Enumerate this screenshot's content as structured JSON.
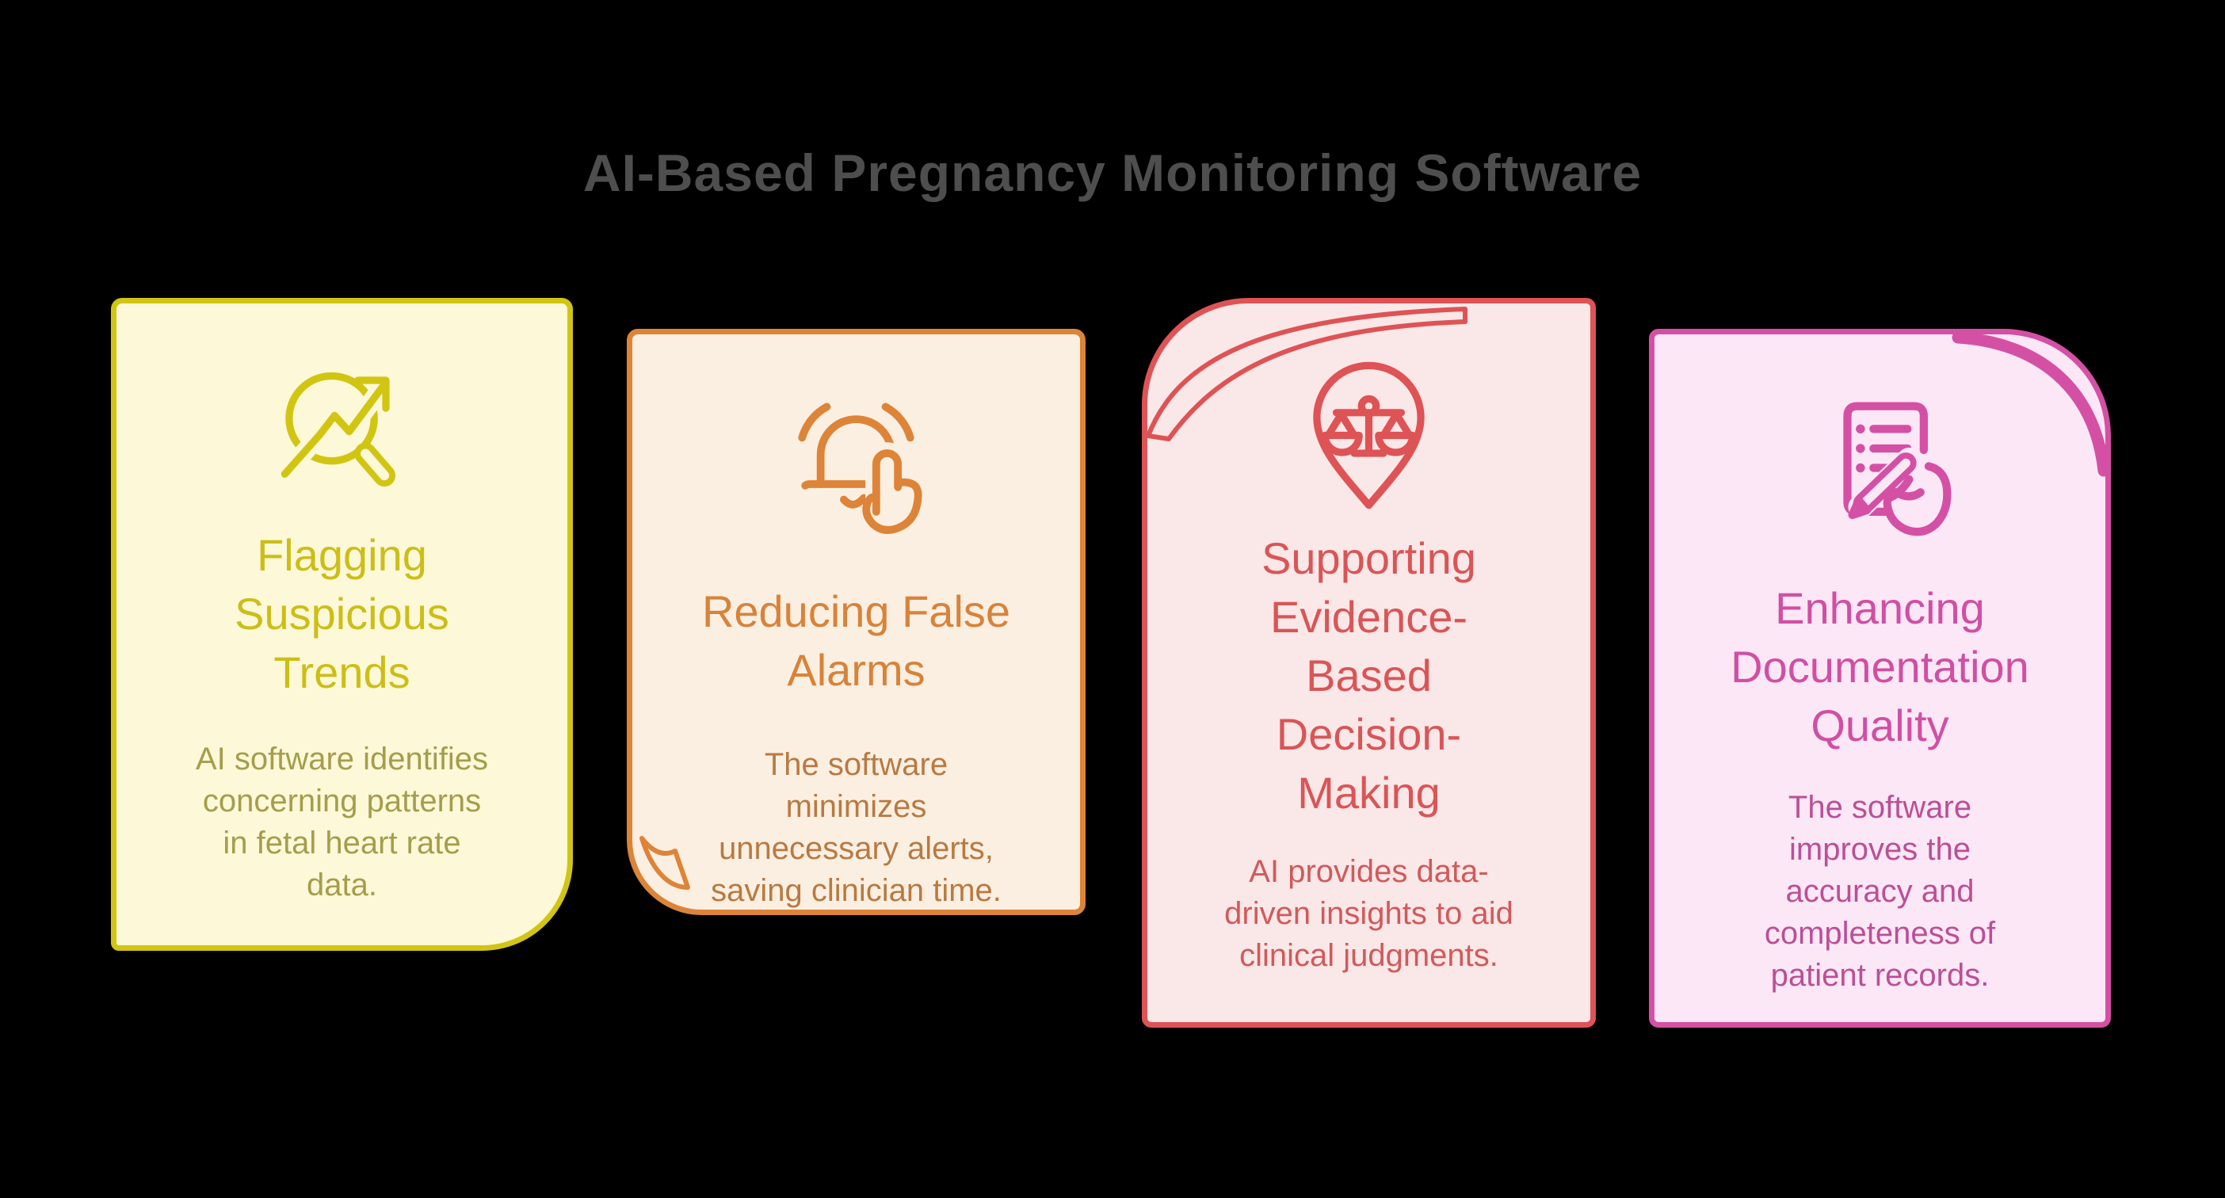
{
  "background": "#000000",
  "header": {
    "title": "AI-Based Pregnancy Monitoring Software",
    "color": "#4e4e4e"
  },
  "cards": [
    {
      "id": "flagging-suspicious-trends",
      "icon": "trend-magnifier-icon",
      "curl": "bottom-right",
      "title": "Flagging\nSuspicious\nTrends",
      "body": "AI software identifies\nconcerning patterns\nin fetal heart rate\ndata.",
      "colors": {
        "accent": "#d2c512",
        "background": "#fcf8d8",
        "title": "#ccbe17",
        "body": "#a59d4b"
      }
    },
    {
      "id": "reducing-false-alarms",
      "icon": "bell-silence-icon",
      "curl": "bottom-left",
      "title": "Reducing False\nAlarms",
      "body": "The software\nminimizes\nunnecessary alerts,\nsaving clinician time.",
      "colors": {
        "accent": "#dd8438",
        "background": "#fbefe2",
        "title": "#d8833a",
        "body": "#b87a41"
      }
    },
    {
      "id": "supporting-evidence-based-decision-making",
      "icon": "pin-scales-icon",
      "curl": "top-left",
      "title": "Supporting\nEvidence-\nBased\nDecision-\nMaking",
      "body": "AI provides data-\ndriven insights to aid\nclinical judgments.",
      "colors": {
        "accent": "#de5355",
        "background": "#fae7e7",
        "title": "#d95557",
        "body": "#d05a5c"
      }
    },
    {
      "id": "enhancing-documentation-quality",
      "icon": "doc-pen-icon",
      "curl": "top-right",
      "title": "Enhancing\nDocumentation\nQuality",
      "body": "The software\nimproves the\naccuracy and\ncompleteness of\npatient records.",
      "colors": {
        "accent": "#d450a5",
        "background": "#fbe7f5",
        "title": "#d04fa3",
        "body": "#bb4f96"
      }
    }
  ]
}
